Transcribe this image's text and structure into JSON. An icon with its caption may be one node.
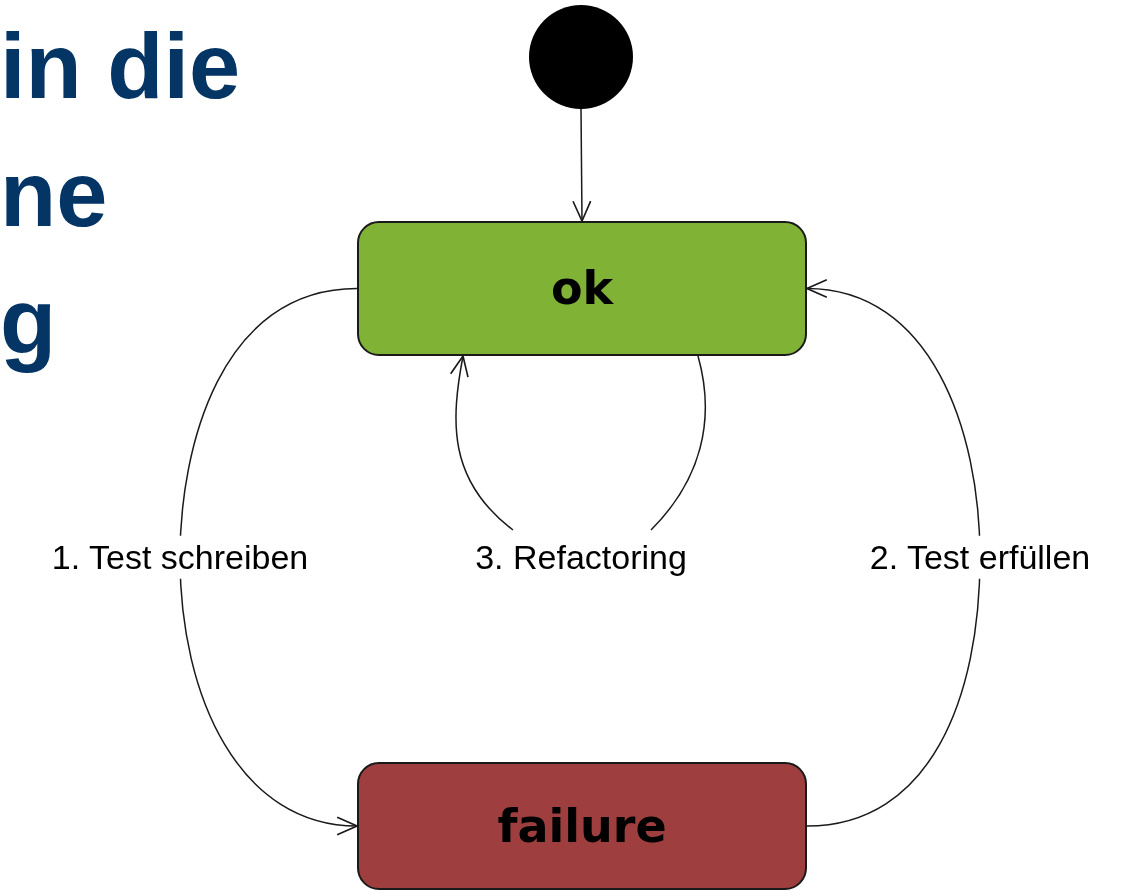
{
  "diagram": {
    "nodes": [
      {
        "text": [],
        "shape": "circle"
      },
      {
        "text": [
          "ok"
        ]
      },
      {
        "text": [
          "failure"
        ]
      }
    ],
    "edges": [
      {
        "from": 0,
        "to": 1,
        "arrow": "to"
      },
      {
        "from": 1,
        "to": 2,
        "arrow": "to",
        "label": "1. Test schreiben"
      },
      {
        "from": 2,
        "to": 1,
        "arrow": "to",
        "label": "2. Test erfüllen"
      },
      {
        "from": 1,
        "to": 1,
        "arrow": "to",
        "label": "3. Refactoring"
      }
    ],
    "labels": [
      "in die",
      "ne",
      "g"
    ]
  }
}
